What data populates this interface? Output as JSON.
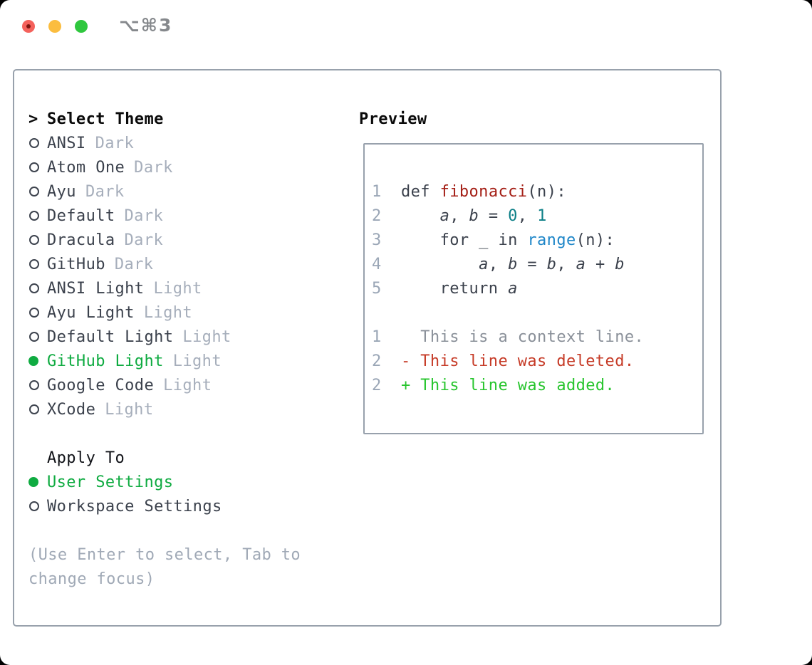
{
  "window": {
    "title": "⌥⌘3",
    "traffic_lights": [
      "close",
      "minimize",
      "zoom"
    ]
  },
  "colors": {
    "selected_green": "#0fab41",
    "added_green": "#28c52e",
    "deleted_red": "#c63b27",
    "function_red": "#a41e15",
    "number_teal": "#0c7f87",
    "call_blue": "#1e86c8",
    "muted_gray": "#a6aebb",
    "line_number_gray": "#9aa6b6",
    "border_gray": "#98a1ac",
    "text_dark": "#3b414c"
  },
  "theme_panel": {
    "header": {
      "prefix": ">",
      "label": "Select Theme"
    },
    "themes": [
      {
        "name": "ANSI",
        "variant": "Dark",
        "selected": false
      },
      {
        "name": "Atom One",
        "variant": "Dark",
        "selected": false
      },
      {
        "name": "Ayu",
        "variant": "Dark",
        "selected": false
      },
      {
        "name": "Default",
        "variant": "Dark",
        "selected": false
      },
      {
        "name": "Dracula",
        "variant": "Dark",
        "selected": false
      },
      {
        "name": "GitHub",
        "variant": "Dark",
        "selected": false
      },
      {
        "name": "ANSI Light",
        "variant": "Light",
        "selected": false
      },
      {
        "name": "Ayu Light",
        "variant": "Light",
        "selected": false
      },
      {
        "name": "Default Light",
        "variant": "Light",
        "selected": false
      },
      {
        "name": "GitHub Light",
        "variant": "Light",
        "selected": true
      },
      {
        "name": "Google Code",
        "variant": "Light",
        "selected": false
      },
      {
        "name": "XCode",
        "variant": "Light",
        "selected": false
      }
    ],
    "apply_to": {
      "label": "Apply To",
      "options": [
        {
          "name": "User Settings",
          "selected": true
        },
        {
          "name": "Workspace Settings",
          "selected": false
        }
      ]
    },
    "hint_lines": [
      "(Use Enter to select, Tab to",
      "change focus)"
    ]
  },
  "preview": {
    "label": "Preview",
    "code": {
      "lines": [
        {
          "num": "1",
          "t": [
            {
              "x": "def ",
              "c": "plain"
            },
            {
              "x": "fibonacci",
              "c": "fn"
            },
            {
              "x": "(n):",
              "c": "plain"
            }
          ]
        },
        {
          "num": "2",
          "t": [
            {
              "x": "    ",
              "c": "plain"
            },
            {
              "x": "a",
              "c": "var"
            },
            {
              "x": ", ",
              "c": "plain"
            },
            {
              "x": "b",
              "c": "var"
            },
            {
              "x": " = ",
              "c": "plain"
            },
            {
              "x": "0",
              "c": "num"
            },
            {
              "x": ", ",
              "c": "plain"
            },
            {
              "x": "1",
              "c": "num"
            }
          ]
        },
        {
          "num": "3",
          "t": [
            {
              "x": "    for _ in ",
              "c": "plain"
            },
            {
              "x": "range",
              "c": "call"
            },
            {
              "x": "(n):",
              "c": "plain"
            }
          ]
        },
        {
          "num": "4",
          "t": [
            {
              "x": "        ",
              "c": "plain"
            },
            {
              "x": "a",
              "c": "var"
            },
            {
              "x": ", ",
              "c": "plain"
            },
            {
              "x": "b",
              "c": "var"
            },
            {
              "x": " = ",
              "c": "plain"
            },
            {
              "x": "b",
              "c": "var"
            },
            {
              "x": ", ",
              "c": "plain"
            },
            {
              "x": "a",
              "c": "var"
            },
            {
              "x": " + ",
              "c": "plain"
            },
            {
              "x": "b",
              "c": "var"
            }
          ]
        },
        {
          "num": "5",
          "t": [
            {
              "x": "    return ",
              "c": "plain"
            },
            {
              "x": "a",
              "c": "var"
            }
          ]
        }
      ]
    },
    "diff": {
      "lines": [
        {
          "num": "1",
          "text": "  This is a context line.",
          "type": "context"
        },
        {
          "num": "2",
          "text": "- This line was deleted.",
          "type": "deleted"
        },
        {
          "num": "2",
          "text": "+ This line was added.",
          "type": "added"
        }
      ]
    }
  }
}
